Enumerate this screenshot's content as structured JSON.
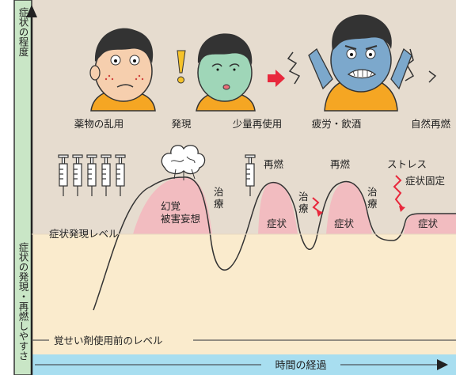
{
  "y_axis": {
    "top_label": "症状の程度",
    "bottom_label": "症状の発現・再燃しやすさ"
  },
  "x_axis": {
    "label": "時間の経過"
  },
  "stages": [
    {
      "label": "薬物の乱用"
    },
    {
      "label": "発現"
    },
    {
      "label": "少量再使用"
    },
    {
      "label": "疲労・飲酒"
    },
    {
      "label": "自然再燃"
    }
  ],
  "levels": {
    "symptom_level": "症状発現レベル",
    "baseline_level": "覚せい剤使用前のレベル"
  },
  "annotations": {
    "hallucination_line1": "幻覚",
    "hallucination_line2": "被害妄想",
    "symptom": "症状",
    "relapse": "再燃",
    "treatment_char1": "治",
    "treatment_char2": "療",
    "stress": "ストレス",
    "symptom_fixed": "症状固定"
  },
  "icons": {
    "face_normal": "boy-face-icon",
    "exclamation": "exclamation-icon",
    "face_sick": "sick-face-icon",
    "arrow": "right-arrow-icon",
    "face_angry": "angry-face-icon",
    "syringe": "syringe-icon",
    "explosion": "brain-explosion-icon",
    "zigzag": "stress-zigzag-icon"
  },
  "colors": {
    "upper_band": "#e6dccf",
    "lower_band": "#faebcd",
    "time_band": "#a8def0",
    "axis_band": "#c9e6c6",
    "peak_fill": "#f2bcc0",
    "red_accent": "#e8283c",
    "skin": "#f6cfae",
    "sick_skin": "#9fd6b8",
    "angry_skin": "#7ca8cc",
    "shirt": "#f5a623"
  }
}
